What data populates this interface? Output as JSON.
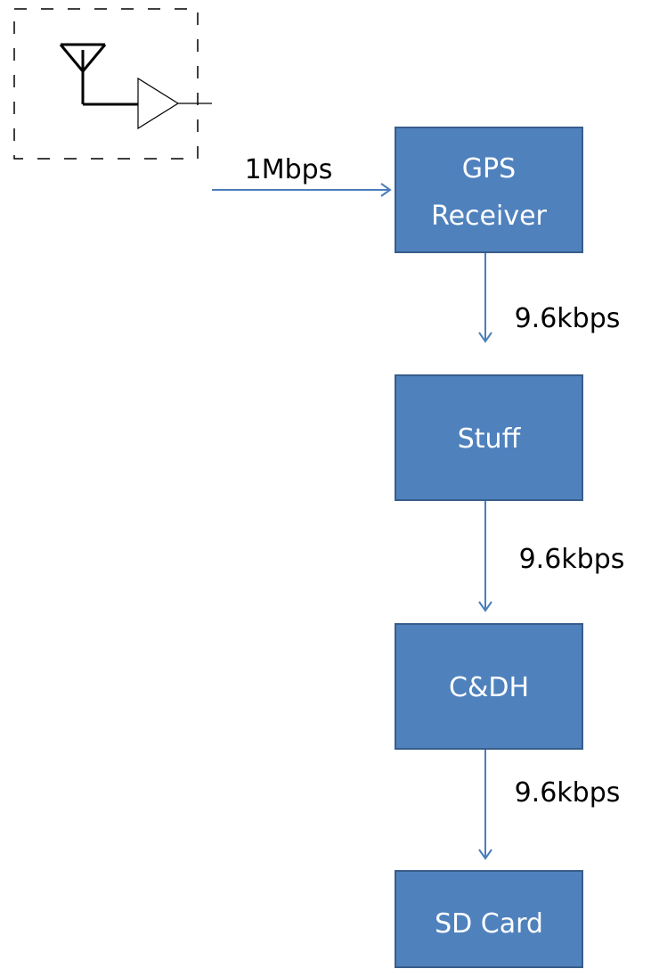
{
  "antenna": {
    "icon": "antenna-amplifier-icon"
  },
  "input_link": {
    "label": "1Mbps"
  },
  "blocks": [
    {
      "id": "gps",
      "lines": [
        "GPS",
        "Receiver"
      ]
    },
    {
      "id": "stuff",
      "lines": [
        "Stuff"
      ]
    },
    {
      "id": "cdh",
      "lines": [
        "C&DH"
      ]
    },
    {
      "id": "sd",
      "lines": [
        "SD Card"
      ]
    }
  ],
  "links": [
    {
      "label": "9.6kbps"
    },
    {
      "label": "9.6kbps"
    },
    {
      "label": "9.6kbps"
    }
  ],
  "colors": {
    "block_fill": "#4f81bd",
    "block_border": "#385d8a",
    "arrow": "#4a7ebb"
  }
}
